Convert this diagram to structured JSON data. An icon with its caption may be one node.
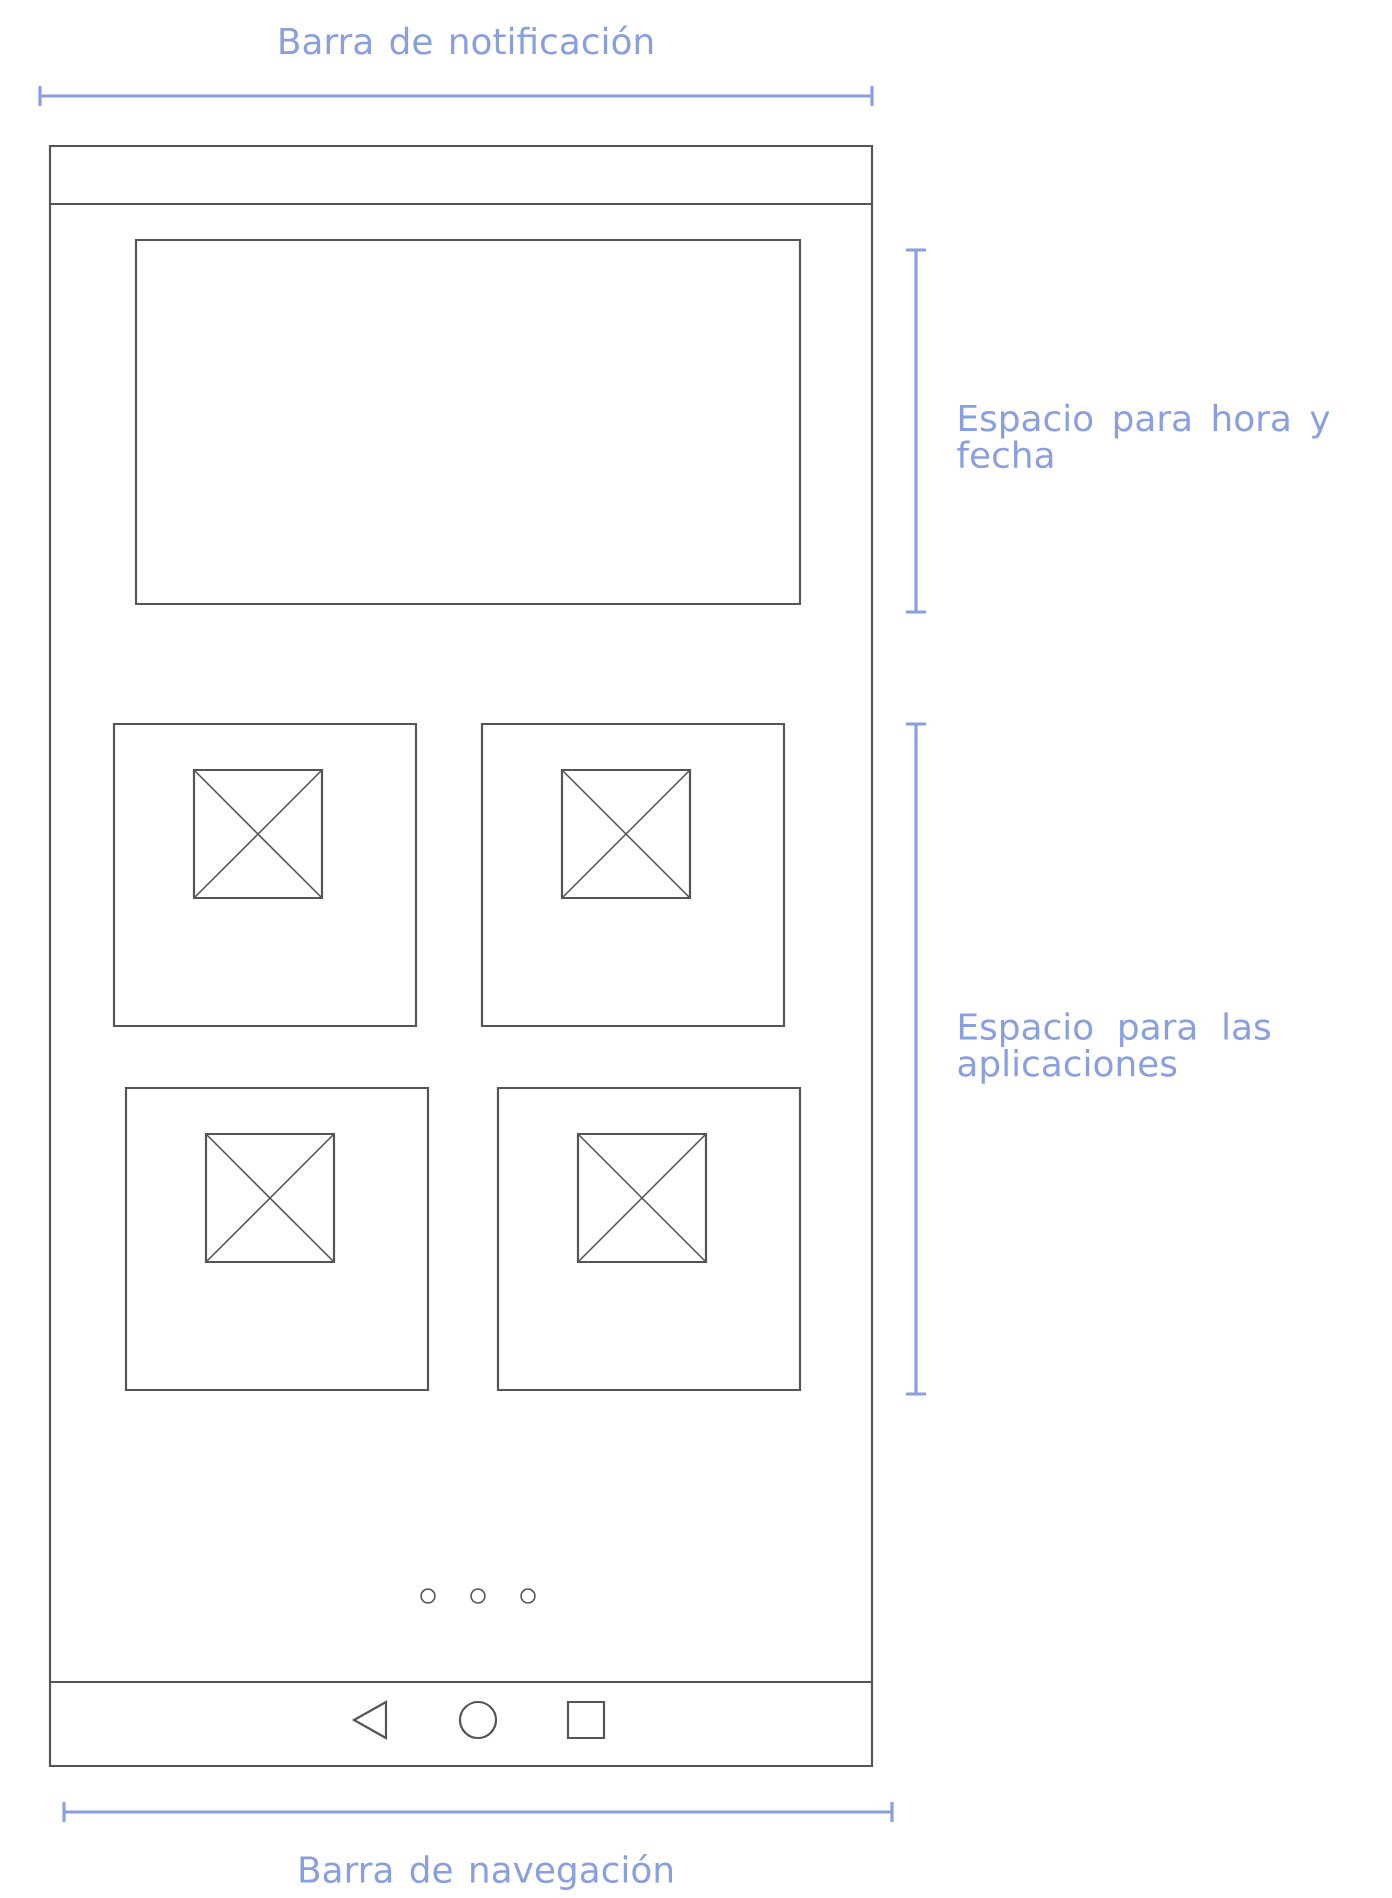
{
  "diagram": {
    "labels": [
      "Barra de notificación",
      "Espacio para hora y fecha",
      "Espacio para las aplicaciones",
      "Barra de navegación"
    ]
  }
}
